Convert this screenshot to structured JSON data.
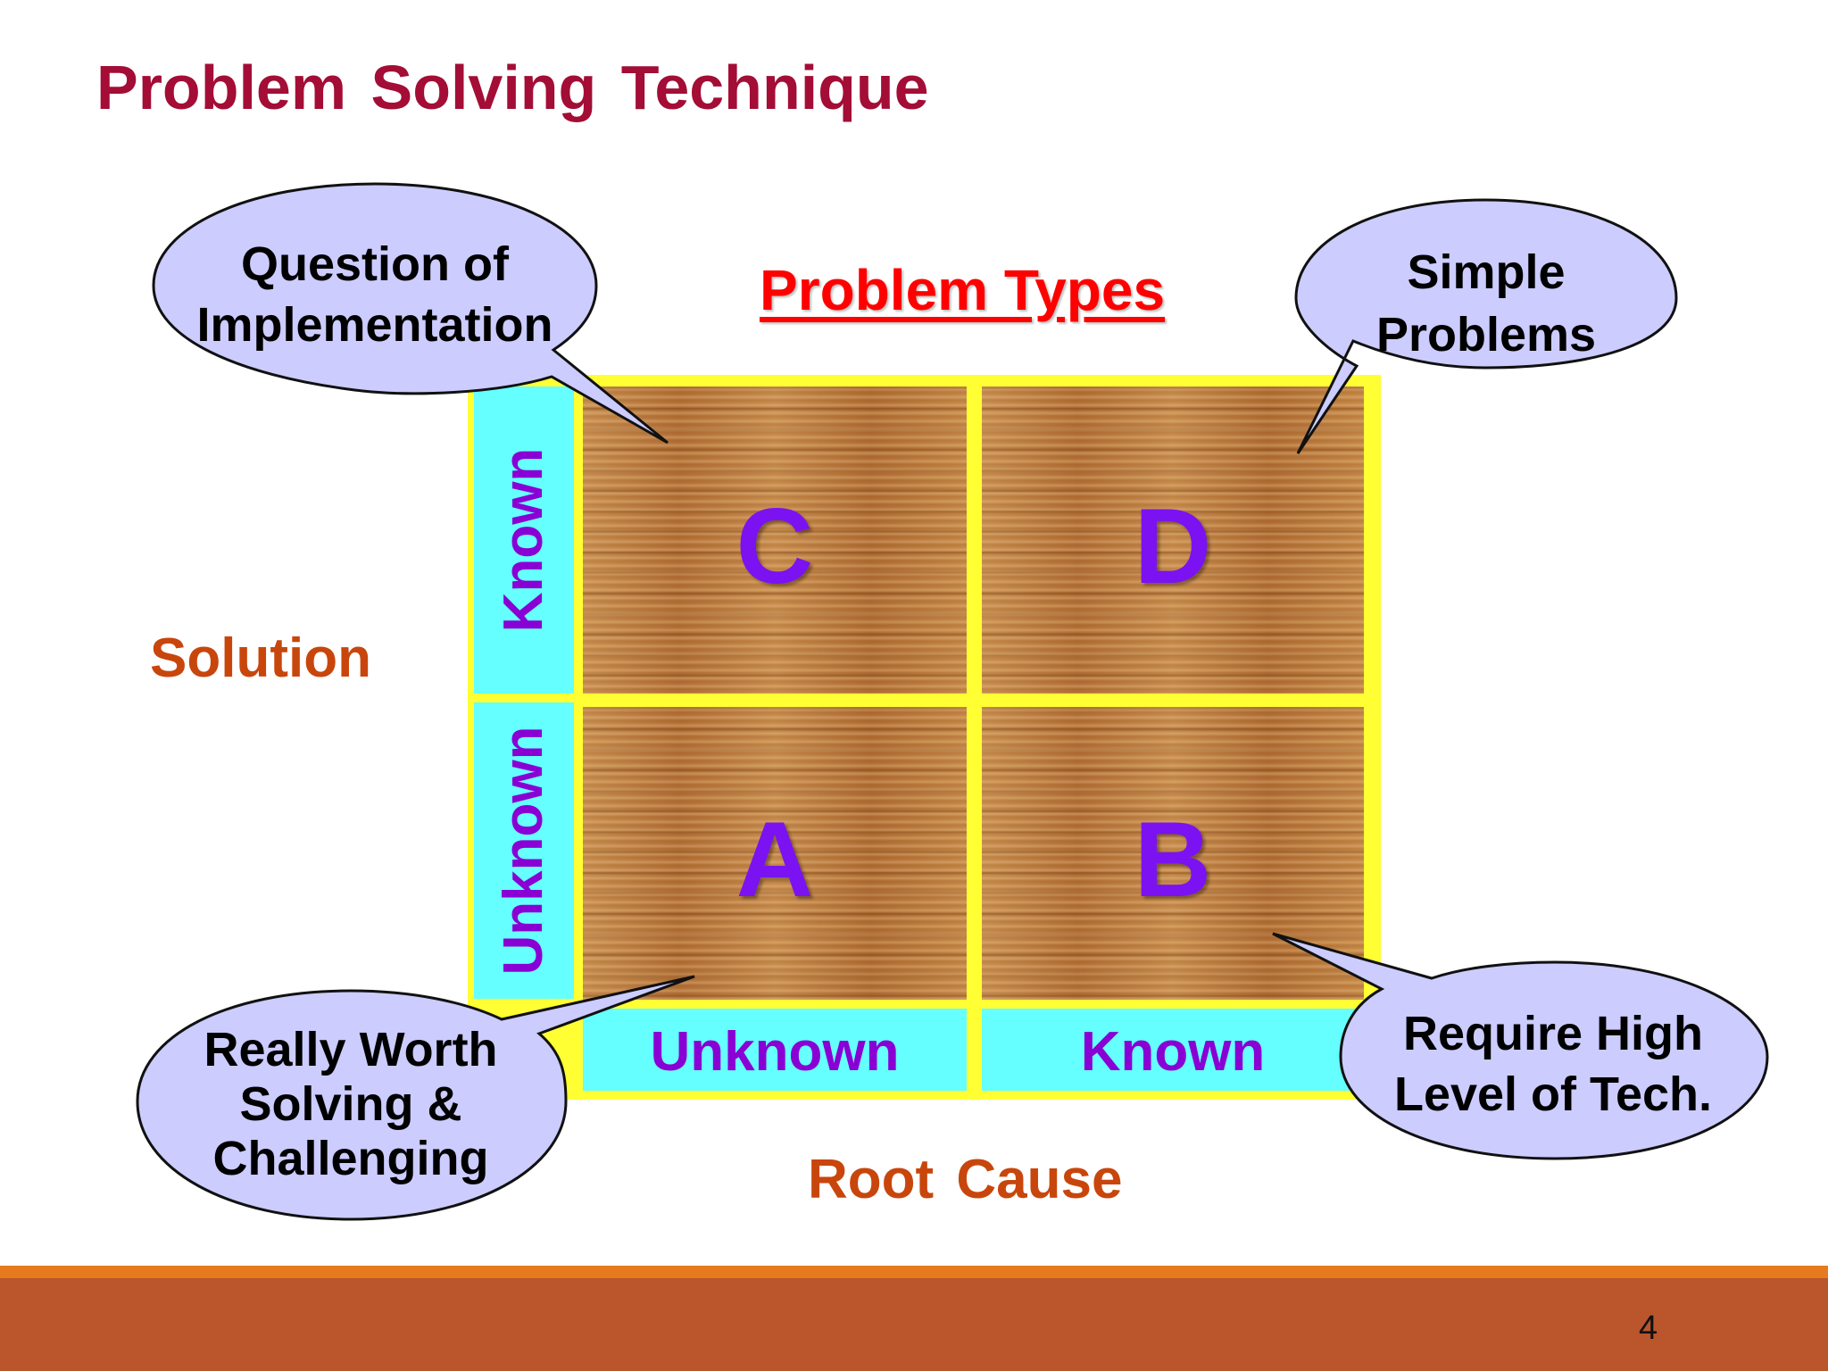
{
  "slide": {
    "title": "Problem Solving Technique",
    "page_number": "4"
  },
  "diagram": {
    "heading": "Problem Types",
    "y_axis_label": "Solution",
    "x_axis_label": "Root Cause",
    "row_labels": {
      "top": "Known",
      "bottom": "Unknown"
    },
    "column_labels": {
      "left": "Unknown",
      "right": "Known"
    },
    "quadrants": {
      "top_left": "C",
      "top_right": "D",
      "bottom_left": "A",
      "bottom_right": "B"
    }
  },
  "callouts": {
    "top_left": [
      "Question of",
      "Implementation"
    ],
    "top_right": [
      "Simple",
      "Problems"
    ],
    "bottom_left": [
      "Really Worth",
      "Solving &",
      "Challenging"
    ],
    "bottom_right": [
      "Require High",
      "Level of Tech."
    ]
  },
  "colors": {
    "title": "#a30d36",
    "heading": "#ff0000",
    "axis_label": "#c8460c",
    "quadrant_letter": "#7b12f2",
    "cell_label": "#8a00d4",
    "label_cell_bg": "#65ffff",
    "frame": "#ffff33",
    "bubble_fill": "#ccccff",
    "footer": "#bb552c",
    "footer_stripe": "#e57b1e"
  }
}
